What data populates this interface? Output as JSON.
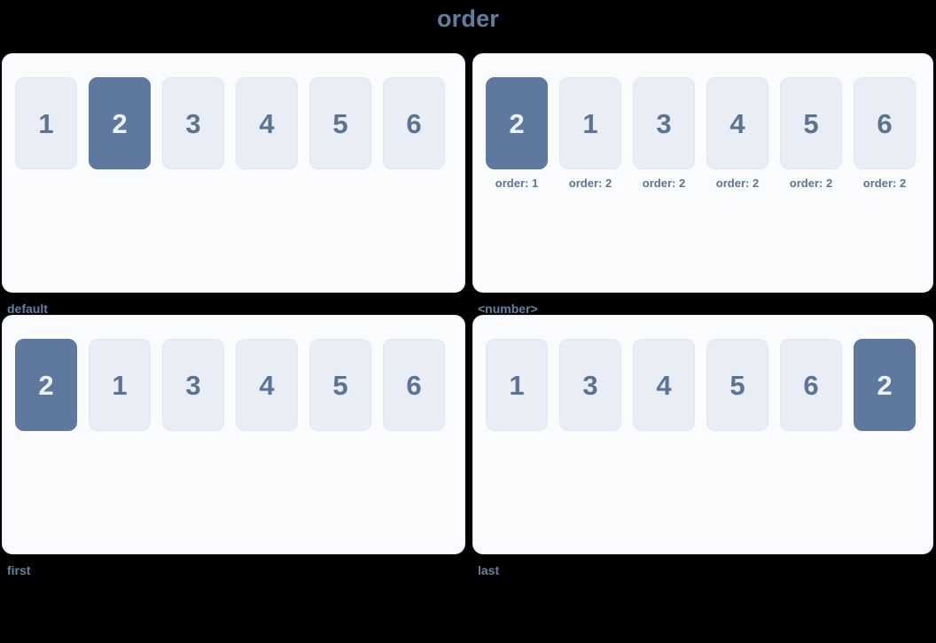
{
  "title": "order",
  "colors": {
    "background": "#000000",
    "panel_bg": "#fafbfd",
    "panel_border": "#e4e9f2",
    "item_bg": "#e9edf5",
    "item_text": "#5c7391",
    "item_active_bg": "#5f789e",
    "item_active_text": "#eef2f8",
    "title_text": "#627d9e",
    "caption_text": "#68819f"
  },
  "panels": [
    {
      "caption": "default",
      "items": [
        {
          "label": "1",
          "active": false,
          "order_label": ""
        },
        {
          "label": "2",
          "active": true,
          "order_label": ""
        },
        {
          "label": "3",
          "active": false,
          "order_label": ""
        },
        {
          "label": "4",
          "active": false,
          "order_label": ""
        },
        {
          "label": "5",
          "active": false,
          "order_label": ""
        },
        {
          "label": "6",
          "active": false,
          "order_label": ""
        }
      ]
    },
    {
      "caption": "<number>",
      "items": [
        {
          "label": "2",
          "active": true,
          "order_label": "order: 1"
        },
        {
          "label": "1",
          "active": false,
          "order_label": "order: 2"
        },
        {
          "label": "3",
          "active": false,
          "order_label": "order: 2"
        },
        {
          "label": "4",
          "active": false,
          "order_label": "order: 2"
        },
        {
          "label": "5",
          "active": false,
          "order_label": "order: 2"
        },
        {
          "label": "6",
          "active": false,
          "order_label": "order: 2"
        }
      ]
    },
    {
      "caption": "first",
      "items": [
        {
          "label": "2",
          "active": true,
          "order_label": ""
        },
        {
          "label": "1",
          "active": false,
          "order_label": ""
        },
        {
          "label": "3",
          "active": false,
          "order_label": ""
        },
        {
          "label": "4",
          "active": false,
          "order_label": ""
        },
        {
          "label": "5",
          "active": false,
          "order_label": ""
        },
        {
          "label": "6",
          "active": false,
          "order_label": ""
        }
      ]
    },
    {
      "caption": "last",
      "items": [
        {
          "label": "1",
          "active": false,
          "order_label": ""
        },
        {
          "label": "3",
          "active": false,
          "order_label": ""
        },
        {
          "label": "4",
          "active": false,
          "order_label": ""
        },
        {
          "label": "5",
          "active": false,
          "order_label": ""
        },
        {
          "label": "6",
          "active": false,
          "order_label": ""
        },
        {
          "label": "2",
          "active": true,
          "order_label": ""
        }
      ]
    }
  ]
}
